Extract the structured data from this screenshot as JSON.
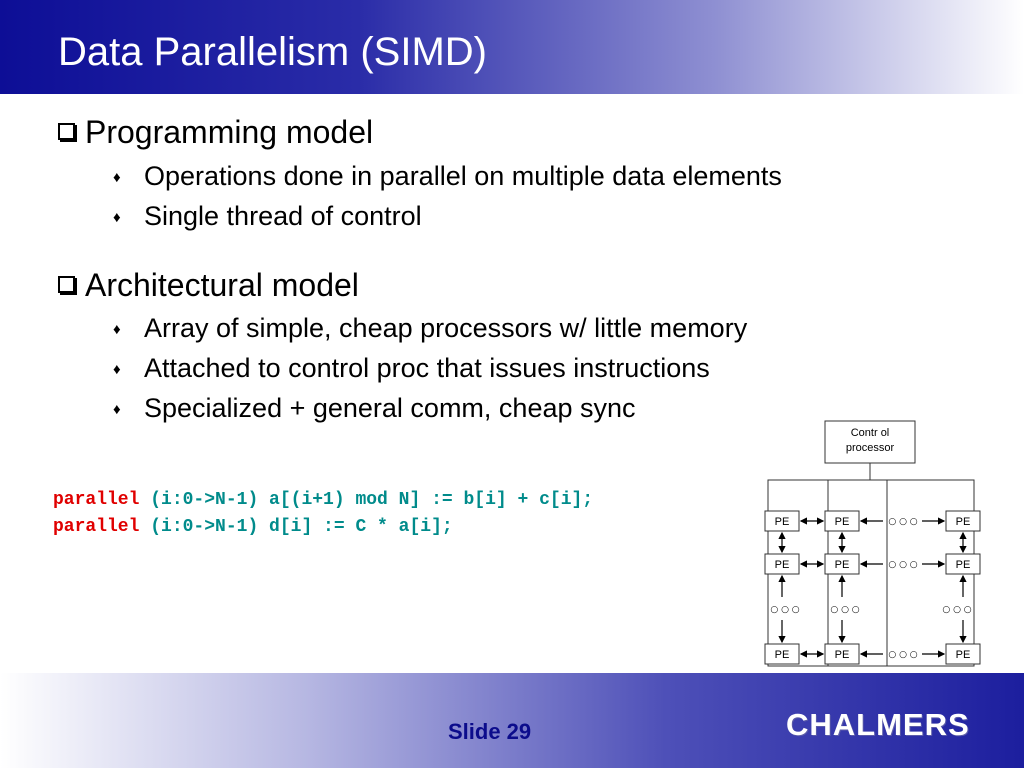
{
  "title": "Data Parallelism (SIMD)",
  "sections": [
    {
      "heading": "Programming model",
      "bullets": [
        "Operations done in parallel on multiple data elements",
        "Single thread of control"
      ]
    },
    {
      "heading": "Architectural model",
      "bullets": [
        "Array of simple, cheap processors w/ little memory",
        "Attached to control proc that issues instructions",
        "Specialized + general comm, cheap sync"
      ]
    }
  ],
  "code": [
    {
      "keyword": "parallel",
      "rest": " (i:0->N-1) a[(i+1) mod N] := b[i] + c[i];"
    },
    {
      "keyword": "parallel",
      "rest": " (i:0->N-1) d[i] := C * a[i];"
    }
  ],
  "diagram": {
    "control_line1": "Contr ol",
    "control_line2": "processor",
    "pe_label": "PE",
    "ellipsis": "○ ○ ○"
  },
  "footer": {
    "slide_number": "Slide 29",
    "logo": "CHALMERS"
  },
  "colors": {
    "header_blue": "#0d0e96",
    "code_keyword": "#e00000",
    "code_text": "#008b8b",
    "slide_number": "#0c0c8c"
  }
}
